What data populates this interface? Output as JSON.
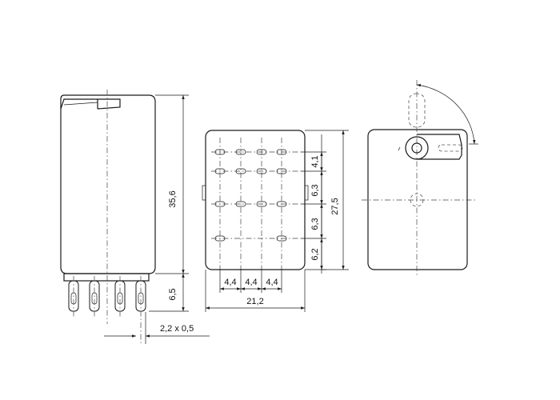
{
  "dimensions": {
    "height": "35,6",
    "pin_length": "6,5",
    "pin_section": "2,2 x 0,5",
    "width": "21,2",
    "pitch_1": "4,4",
    "pitch_2": "4,4",
    "pitch_3": "4,4",
    "row_1": "4,1",
    "row_2": "6,3",
    "row_3": "6,3",
    "row_4": "6,2",
    "depth": "27,5"
  }
}
